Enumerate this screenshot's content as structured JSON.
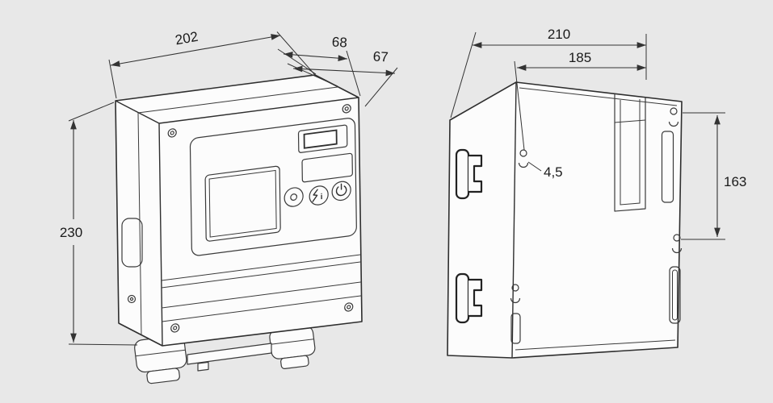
{
  "page": {
    "background": "#e8e8e8",
    "ink": "#333333"
  },
  "drawing": {
    "dimensions": {
      "width": "202",
      "depth_rear_section": "68",
      "depth_front_section": "67",
      "height": "230",
      "rear_width": "210",
      "hole_spacing_horizontal": "185",
      "hole_spacing_vertical": "163",
      "hole_diameter": "4,5"
    },
    "front_panel": {
      "info_button_label": "i"
    }
  }
}
